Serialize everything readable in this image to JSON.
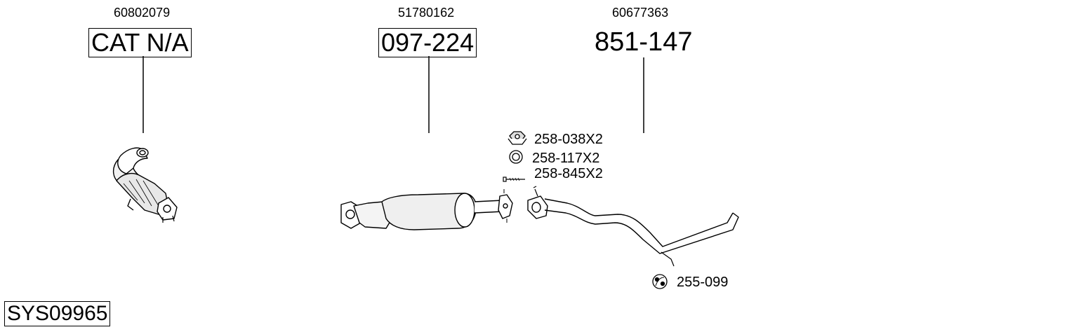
{
  "groups": [
    {
      "oem_number": "60802079",
      "part_number": "CAT N/A"
    },
    {
      "oem_number": "51780162",
      "part_number": "097-224"
    },
    {
      "oem_number": "60677363",
      "part_number": "851-147"
    }
  ],
  "hardware": [
    {
      "label": "258-038X2",
      "icon": "flange-nut-icon"
    },
    {
      "label": "258-117X2",
      "icon": "gasket-ring-icon"
    },
    {
      "label": "258-845X2",
      "icon": "bolt-icon"
    },
    {
      "label": "255-099",
      "icon": "rubber-mount-icon"
    }
  ],
  "system_code": "SYS09965"
}
